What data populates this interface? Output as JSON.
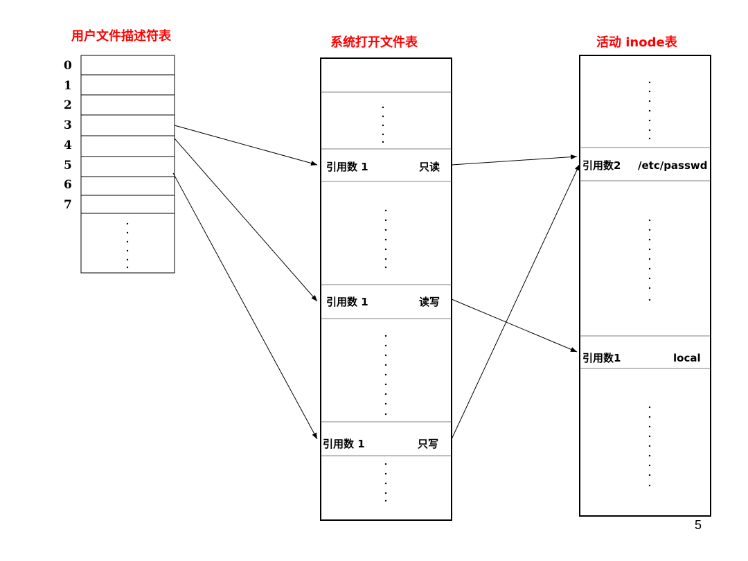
{
  "titles": {
    "fd_table": "用户文件描述符表",
    "open_file_table": "系统打开文件表",
    "inode_table": "活动 inode表"
  },
  "fd_indices": [
    "0",
    "1",
    "2",
    "3",
    "4",
    "5",
    "6",
    "7"
  ],
  "open_file_entries": [
    {
      "refcount": "引用数 1",
      "mode": "只读"
    },
    {
      "refcount": "引用数 1",
      "mode": "读写"
    },
    {
      "refcount": "引用数 1",
      "mode": "只写"
    }
  ],
  "inode_entries": [
    {
      "refcount": "引用数2",
      "name": "/etc/passwd"
    },
    {
      "refcount": "引用数1",
      "name": "local"
    }
  ],
  "page_number": "5",
  "colors": {
    "title": "#ff0000",
    "line": "#000000"
  }
}
